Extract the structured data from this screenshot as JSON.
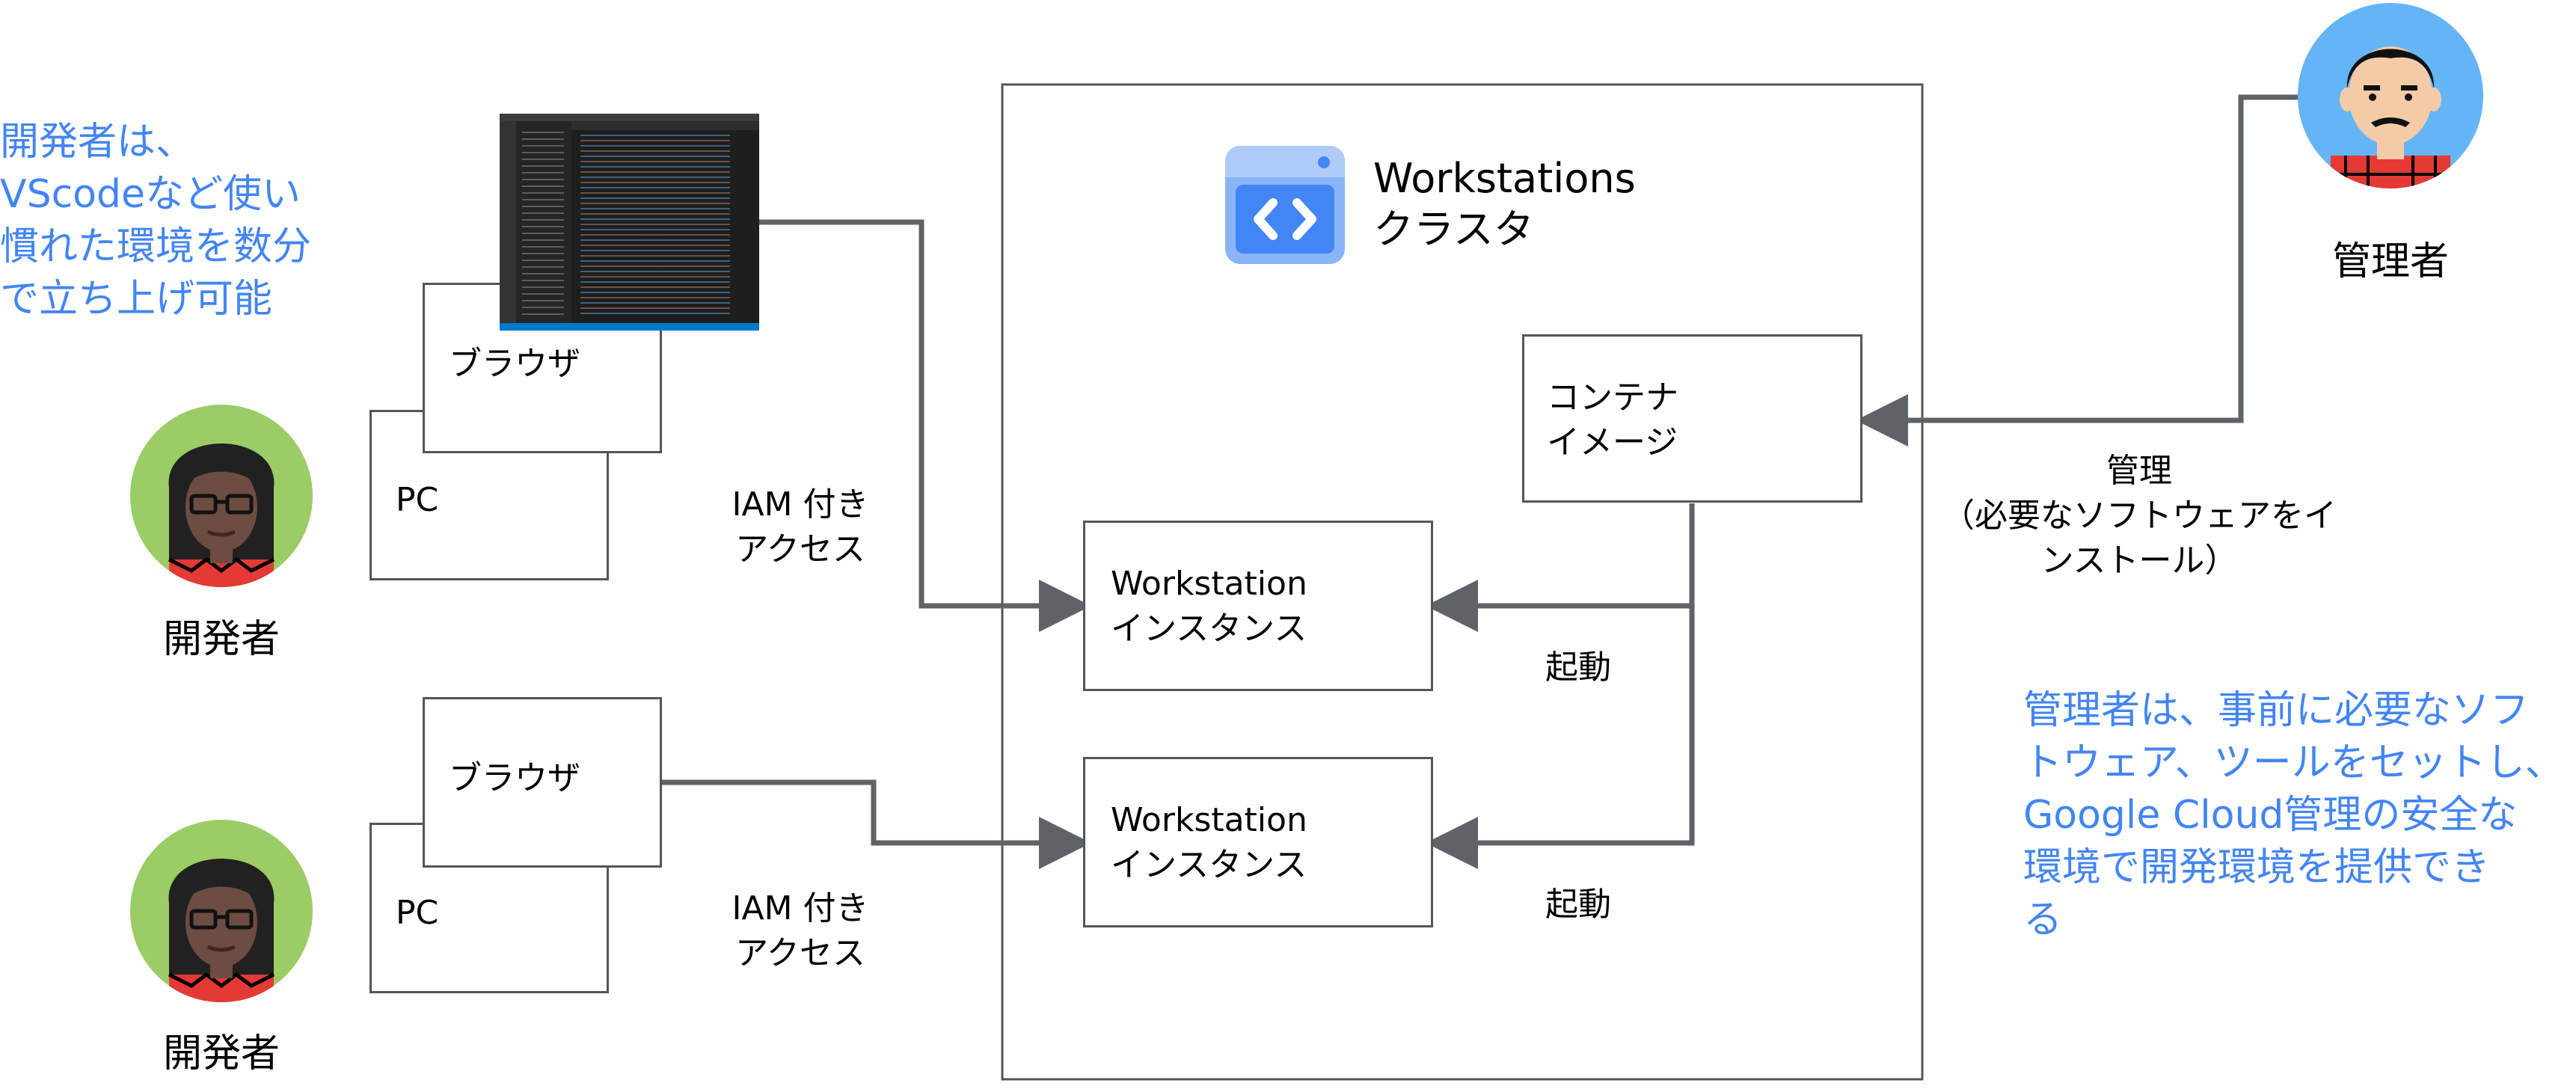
{
  "colors": {
    "accent_text": "#4285f4",
    "line": "#5f6368",
    "box_border": "#555555"
  },
  "icons": [
    "person-developer-icon",
    "person-admin-icon",
    "workstations-product-icon",
    "vscode-screenshot-thumbnail"
  ],
  "developer_note": "開発者は、\nVScodeなど使い\n慣れた環境を数分\nで立ち上げ可能",
  "admin_note": "管理者は、事前に必要なソフ\nトウェア、ツールをセットし、\nGoogle Cloud管理の安全な\n環境で開発環境を提供でき\nる",
  "cluster": {
    "title": "Workstations\nクラスタ"
  },
  "container_image": "コンテナ\nイメージ",
  "instance_1": "Workstation\nインスタンス",
  "instance_2": "Workstation\nインスタンス",
  "browser_1": "ブラウザ",
  "browser_2": "ブラウザ",
  "pc_1": "PC",
  "pc_2": "PC",
  "access_1": "IAM 付き\nアクセス",
  "access_2": "IAM 付き\nアクセス",
  "launch_1": "起動",
  "launch_2": "起動",
  "developer_1": "開発者",
  "developer_2": "開発者",
  "admin": "管理者",
  "manage_label": "管理\n（必要なソフトウェアをイ\nンストール）"
}
